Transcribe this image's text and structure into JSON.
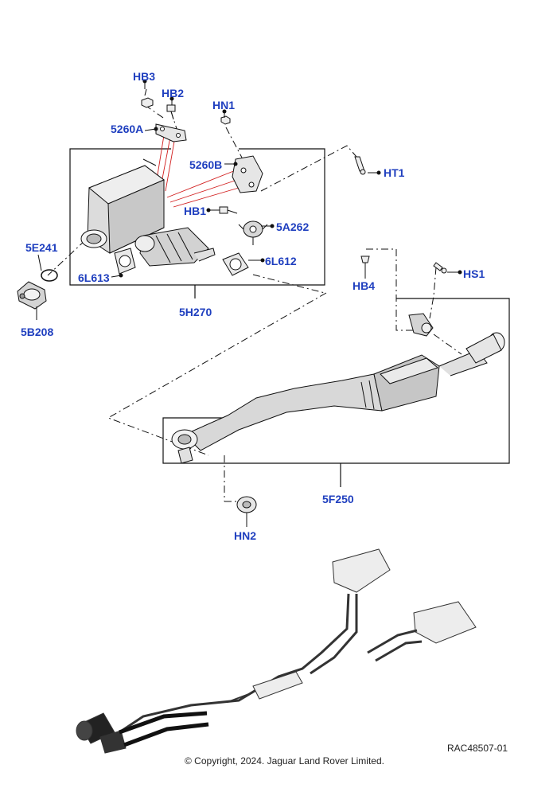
{
  "colors": {
    "callout": "#1f3fbf",
    "line": "#111111",
    "leader_red": "#d22020",
    "part_fill": "#e6e6e6",
    "part_shade": "#b8b8b8"
  },
  "callouts": {
    "HB3": "HB3",
    "HB2": "HB2",
    "HN1": "HN1",
    "A5260A": "5260A",
    "B5260B": "5260B",
    "HT1": "HT1",
    "HB1": "HB1",
    "A5A262": "5A262",
    "E5E241": "5E241",
    "L6L612": "6L612",
    "L6L613": "6L613",
    "H5H270": "5H270",
    "B5B208": "5B208",
    "HB4": "HB4",
    "HS1": "HS1",
    "F5F250": "5F250",
    "HN2": "HN2"
  },
  "footer": {
    "ref": "RAC48507-01",
    "copyright": "© Copyright, 2024. Jaguar Land Rover Limited."
  }
}
